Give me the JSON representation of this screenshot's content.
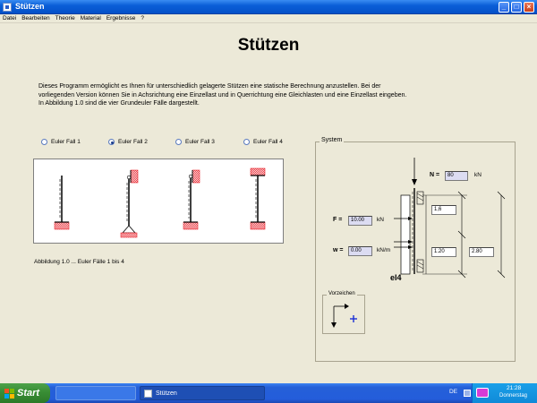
{
  "window": {
    "title": "Stützen"
  },
  "menu": [
    "Datei",
    "Bearbeiten",
    "Theorie",
    "Material",
    "Ergebnisse",
    "?"
  ],
  "heading": "Stützen",
  "intro": [
    "Dieses Programm ermöglicht es Ihnen für unterschiedlich gelagerte Stützen eine statische Berechnung anzustellen.  Bei der",
    "vorliegenden Version können Sie in Achsrichtung eine Einzellast und in Querrichtung eine Gleichlasten und eine Einzellast eingeben.",
    "In Abbildung 1.0 sind die vier Grundeuler Fälle dargestellt."
  ],
  "euler_options": [
    {
      "label": "Euler Fall  1",
      "selected": false
    },
    {
      "label": "Euler Fall  2",
      "selected": true
    },
    {
      "label": "Euler Fall  3",
      "selected": false
    },
    {
      "label": "Euler Fall  4",
      "selected": false
    }
  ],
  "figure_caption": "Abbildung 1.0 ... Euler Fälle   1 bis 4",
  "system": {
    "title": "System",
    "N": {
      "label": "N =",
      "value": "80",
      "unit": "kN"
    },
    "F": {
      "label": "F =",
      "value": "10.00",
      "unit": "kN"
    },
    "w": {
      "label": "w =",
      "value": "0.00",
      "unit": "kN/m"
    },
    "dim_top": "1,6",
    "dim_bottom": "1.20",
    "dim_total": "2.80",
    "element_label": "el4",
    "vorzeichen_title": "Vorzeichen"
  },
  "taskbar": {
    "start_label": "Start",
    "task_label": "Stützen",
    "lang": "DE",
    "clock_time": "21:28",
    "clock_day": "Donnerstag"
  },
  "colors": {
    "accent_blue": "#0a5fd8",
    "support_red": "#e8202a",
    "input_fill": "#dcdcf2"
  }
}
